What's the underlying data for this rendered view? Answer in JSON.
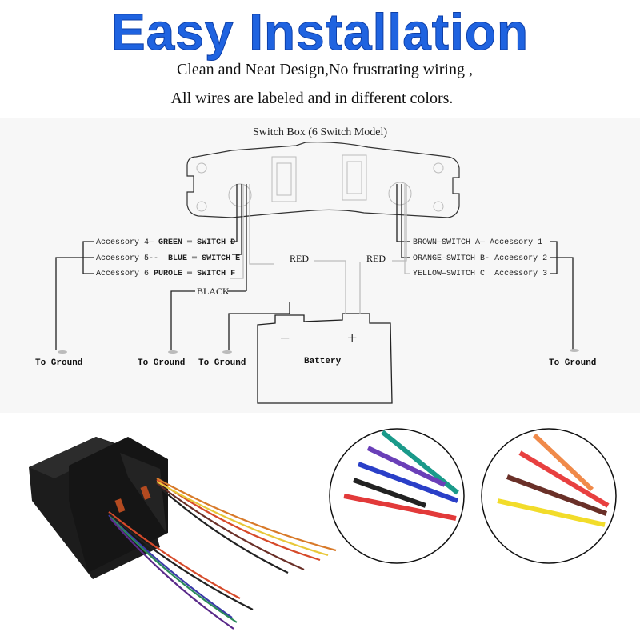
{
  "header": {
    "title": "Easy Installation",
    "subtitle_line1": "Clean and Neat Design,No frustrating wiring ,",
    "subtitle_line2": "All wires are labeled and in different colors."
  },
  "diagram": {
    "title": "Switch Box (6 Switch Model)",
    "left_wires": [
      {
        "accessory": "Accessory 4",
        "color": "GREEN",
        "switch": "SWITCH D"
      },
      {
        "accessory": "Accessory 5",
        "color": "BLUE",
        "switch": "SWITCH E"
      },
      {
        "accessory": "Accessory 6",
        "color": "PUROLE",
        "switch": "SWITCH F"
      }
    ],
    "right_wires": [
      {
        "color": "BROWN",
        "switch": "SWITCH A",
        "accessory": "Accessory 1"
      },
      {
        "color": "ORANGE",
        "switch": "SWITCH B",
        "accessory": "Accessory 2"
      },
      {
        "color": "YELLOW",
        "switch": "SWITCH C",
        "accessory": "Accessory 3"
      }
    ],
    "black_label": "BLACK",
    "red_left_label": "RED",
    "red_right_label": "RED",
    "battery_label": "Battery",
    "battery_minus": "−",
    "battery_plus": "+",
    "ground_labels": [
      "To Ground",
      "To Ground",
      "To Ground",
      "To Ground"
    ]
  },
  "photos": {
    "product": "switch-box-with-wiring-harness",
    "left_circle_wire_colors": [
      "#1a9a8a",
      "#6a3fb8",
      "#2a3fc8",
      "#222222",
      "#e23a3a"
    ],
    "right_circle_wire_colors": [
      "#f08a4a",
      "#e84040",
      "#6a3028",
      "#f2dc2a"
    ]
  },
  "colors": {
    "title_blue": "#1f63e0",
    "diagram_bg": "#f7f7f7"
  }
}
